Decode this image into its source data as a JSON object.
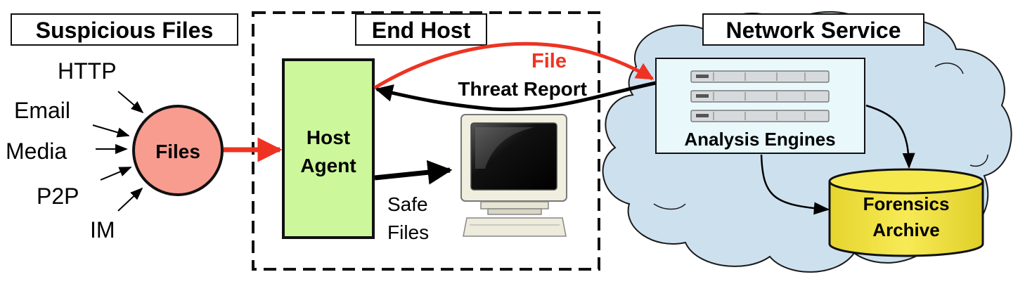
{
  "sections": {
    "suspicious_files": "Suspicious Files",
    "end_host": "End Host",
    "network_service": "Network Service"
  },
  "sources": [
    "HTTP",
    "Email",
    "Media",
    "P2P",
    "IM"
  ],
  "files_node": "Files",
  "host_agent": [
    "Host",
    "Agent"
  ],
  "arrows": {
    "file": "File",
    "threat_report": "Threat Report",
    "safe_files": [
      "Safe",
      "Files"
    ]
  },
  "analysis_engines": "Analysis Engines",
  "forensics_archive": [
    "Forensics",
    "Archive"
  ],
  "colors": {
    "files_fill": "#f79c8f",
    "host_agent_fill": "#ccf79a",
    "file_arrow": "#ee3322",
    "cloud_fill": "#cde0ee",
    "engines_fill": "#e8f8fb",
    "archive_fill": "#f3e23a"
  }
}
